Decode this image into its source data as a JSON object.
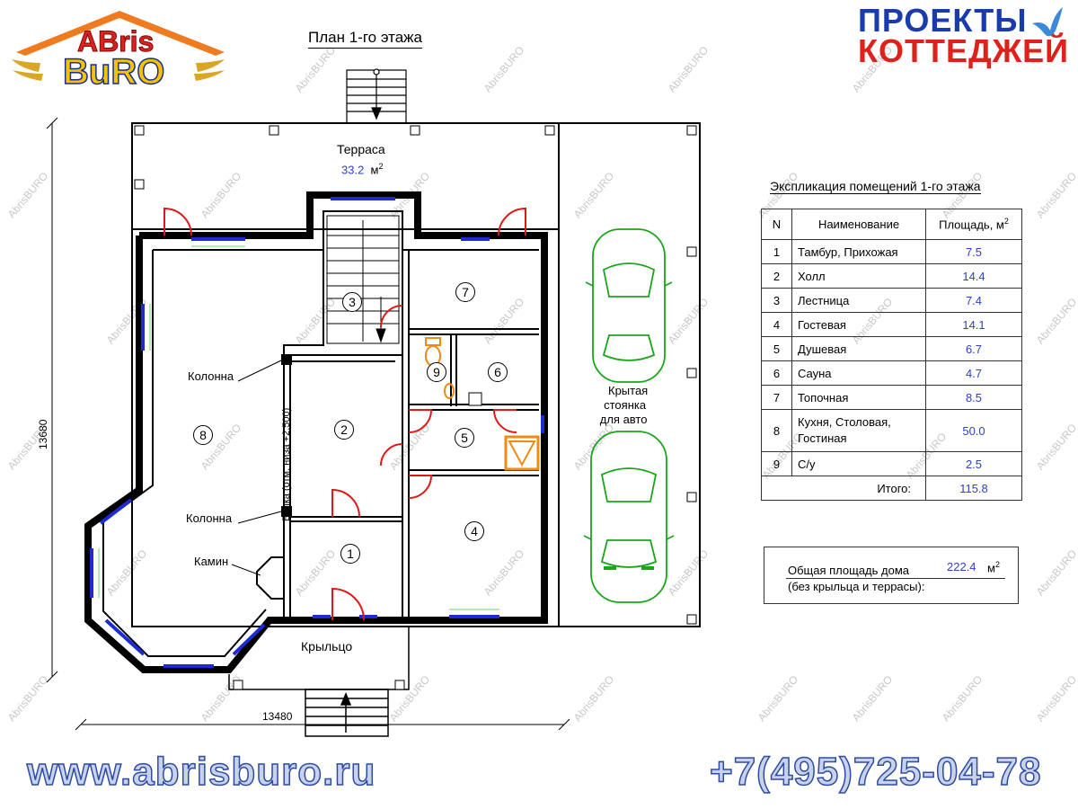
{
  "header": {
    "logo_top": "ABris",
    "logo_bottom": "BuRO",
    "brand_line1": "ПРОЕКТЫ",
    "brand_line2": "КОТТЕДЖЕЙ",
    "plan_title": "План 1-го этажа"
  },
  "plan": {
    "terrace_label": "Терраса",
    "terrace_area": "33.2",
    "terrace_unit": "м",
    "terrace_unit_sup": "2",
    "porch_label": "Крыльцо",
    "parking_line1": "Крытая",
    "parking_line2": "стоянка",
    "parking_line3": "для авто",
    "column_label_1": "Колонна",
    "column_label_2": "Колонна",
    "fireplace_label": "Камин",
    "beam_label": "Балка (отм. низа +2,500)",
    "dim_height": "13680",
    "dim_width": "13480",
    "room_numbers": [
      "1",
      "2",
      "3",
      "4",
      "5",
      "6",
      "7",
      "8",
      "9"
    ]
  },
  "explication": {
    "title": "Экспликация помещений 1-го этажа",
    "col_n": "N",
    "col_name": "Наименование",
    "col_area": "Площадь, м",
    "col_area_sup": "2",
    "rows": [
      {
        "n": "1",
        "name": "Тамбур, Прихожая",
        "area": "7.5"
      },
      {
        "n": "2",
        "name": "Холл",
        "area": "14.4"
      },
      {
        "n": "3",
        "name": "Лестница",
        "area": "7.4"
      },
      {
        "n": "4",
        "name": "Гостевая",
        "area": "14.1"
      },
      {
        "n": "5",
        "name": "Душевая",
        "area": "6.7"
      },
      {
        "n": "6",
        "name": "Сауна",
        "area": "4.7"
      },
      {
        "n": "7",
        "name": "Топочная",
        "area": "8.5"
      },
      {
        "n": "8",
        "name": "Кухня, Столовая, Гостиная",
        "area": "50.0"
      },
      {
        "n": "9",
        "name": "С/у",
        "area": "2.5"
      }
    ],
    "total_label": "Итого:",
    "total_value": "115.8"
  },
  "house_total": {
    "label_line1": "Общая площадь дома",
    "label_line2": "(без крыльца и террасы):",
    "value": "222.4",
    "unit": "м",
    "unit_sup": "2"
  },
  "footer": {
    "url": "www.abrisburo.ru",
    "phone": "+7(495)725-04-78"
  },
  "watermark": "AbrisBURO",
  "colors": {
    "wall": "#000000",
    "window_blue": "#1d2bd6",
    "door_red": "#e01818",
    "car_green": "#1aa61a",
    "boiler_orange": "#f08a10",
    "area_blue": "#3040c8",
    "brand_blue": "#1a3bb0",
    "brand_red": "#e0201a"
  }
}
